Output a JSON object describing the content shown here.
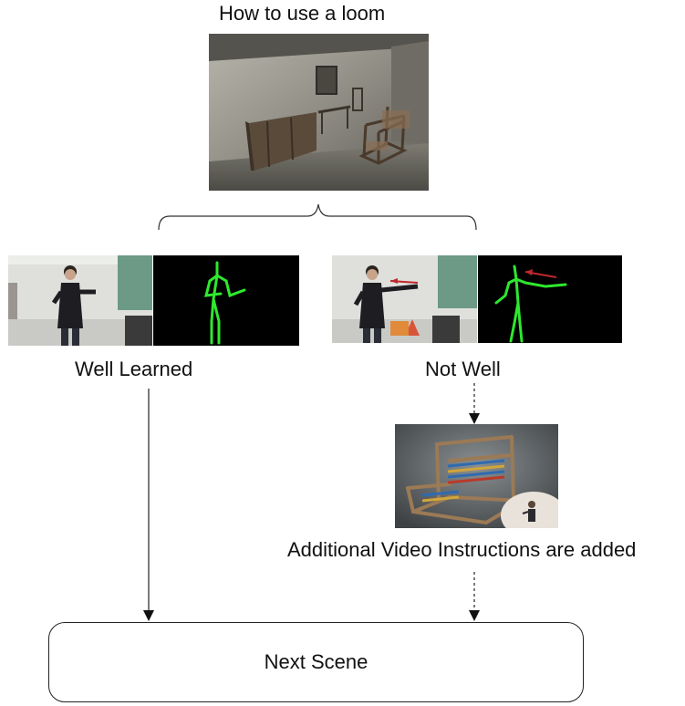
{
  "title": "How to use a loom",
  "outcomes": {
    "good": "Well Learned",
    "bad": "Not Well"
  },
  "additional_note": "Additional Video Instructions are added",
  "next_scene": "Next Scene",
  "colors": {
    "skeleton": "#2ee82e",
    "arrow_hint": "#c0282e",
    "frame_bg": "#000000"
  }
}
